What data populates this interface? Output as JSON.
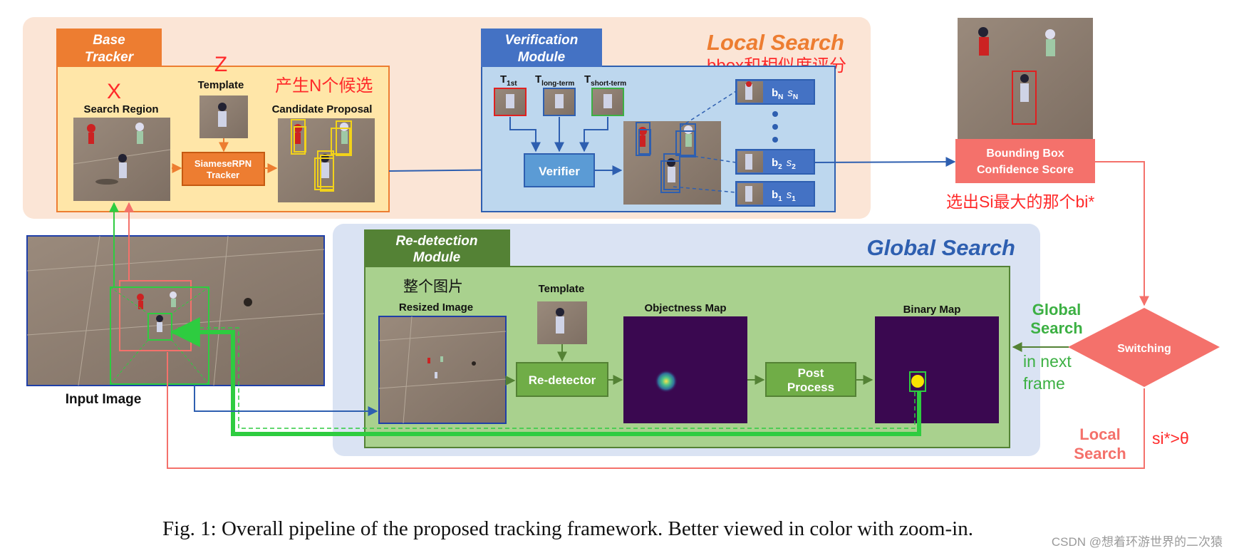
{
  "local_search": {
    "title": "Local Search",
    "annotation_bbox": "bbox和相似度评分",
    "base_tracker": {
      "title_line1": "Base",
      "title_line2": "Tracker",
      "x_label": "X",
      "z_label": "Z",
      "template_label": "Template",
      "search_region_label": "Search Region",
      "candidate_label": "Candidate Proposal",
      "annotation_n": "产生N个候选",
      "siamese_line1": "SiameseRPN",
      "siamese_line2": "Tracker"
    },
    "verification": {
      "title_line1": "Verification",
      "title_line2": "Module",
      "t1": "T",
      "t1_sub": "1st",
      "t2": "T",
      "t2_sub": "long-term",
      "t3": "T",
      "t3_sub": "short-term",
      "verifier": "Verifier",
      "bN": "b",
      "bN_sub": "N",
      "sN": "s",
      "sN_sub": "N",
      "b2": "b",
      "b2_sub": "2",
      "s2": "s",
      "s2_sub": "2",
      "b1": "b",
      "b1_sub": "1",
      "s1": "s",
      "s1_sub": "1"
    }
  },
  "output": {
    "label_line1": "Bounding Box",
    "label_line2": "Confidence Score",
    "annotation": "选出Si最大的那个bi*"
  },
  "input_image_label": "Input Image",
  "global_search": {
    "title": "Global Search",
    "redetection_line1": "Re-detection",
    "redetection_line2": "Module",
    "annotation_whole": "整个图片",
    "resized_label": "Resized Image",
    "template_label": "Template",
    "objectness_label": "Objectness Map",
    "binary_label": "Binary Map",
    "redetector": "Re-detector",
    "post_line1": "Post",
    "post_line2": "Process"
  },
  "switching": {
    "label": "Switching",
    "global_line1": "Global",
    "global_line2": "Search",
    "next_line1": "in next",
    "next_line2": "frame",
    "local_line1": "Local",
    "local_line2": "Search",
    "threshold": "si*>θ"
  },
  "caption": "Fig. 1: Overall pipeline of the proposed tracking framework. Better viewed in color with zoom-in.",
  "watermark": "CSDN @想着环游世界的二次猿",
  "colors": {
    "local_bg": "#fbe5d6",
    "base_fill": "#ffe6a8",
    "base_title": "#ed7d31",
    "verif_fill": "#bdd7ee",
    "verif_title": "#4472c4",
    "global_bg": "#dae3f3",
    "redet_fill": "#a9d18e",
    "redet_title": "#548235",
    "red_annot": "#ff2a2a",
    "salmon": "#f4716b",
    "green_text": "#3cb043",
    "dark_purple": "#3a0850"
  }
}
